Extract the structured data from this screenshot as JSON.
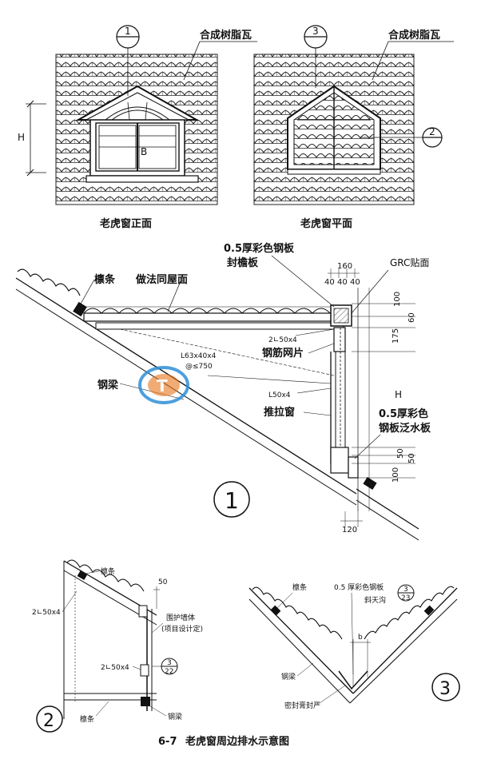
{
  "top_left": {
    "callout_number": "1",
    "material_label": "合成树脂瓦",
    "dim_h": "H",
    "dim_b": "B",
    "caption": "老虎窗正面"
  },
  "top_right": {
    "callout_number": "3",
    "side_callout": "2",
    "material_label": "合成树脂瓦",
    "caption": "老虎窗平面"
  },
  "section1": {
    "number": "1",
    "label_purlin": "檩条",
    "label_same_roof": "做法同屋面",
    "label_steel_sheet_1": "0.5厚彩色钢板",
    "label_steel_sheet_2": "封檐板",
    "label_grc": "GRC贴面",
    "label_angle_2": "2∟50x4",
    "label_mesh": "钢筋网片",
    "label_angle_L63_1": "L63x40x4",
    "label_angle_L63_2": "@≤750",
    "label_beam": "钢梁",
    "label_angle_L50": "L50x4",
    "label_window": "推拉窗",
    "label_flash_1": "0.5厚彩色",
    "label_flash_2": "钢板泛水板",
    "dim_top": "160",
    "dim_40a": "40",
    "dim_40b": "40",
    "dim_40c": "40",
    "dim_100a": "100",
    "dim_60": "60",
    "dim_175": "175",
    "dim_h": "H",
    "dim_50a": "50",
    "dim_50b": "50",
    "dim_100b": "100",
    "dim_120": "120"
  },
  "section2": {
    "number": "2",
    "label_purlin_top": "檩条",
    "label_angle_a": "2∟50x4",
    "label_wall_1": "围护墙体",
    "label_wall_2": "(项目设计定)",
    "label_angle_b": "2∟50x4",
    "dim_50": "50",
    "ref_top": "3",
    "ref_bottom": "22",
    "label_purlin_bottom": "檩条",
    "label_beam": "钢梁"
  },
  "section3": {
    "number": "3",
    "label_purlin": "檩条",
    "label_sheet": "0.5 厚彩色钢板",
    "label_valley": "斜天沟",
    "ref_top": "3",
    "ref_bottom": "23",
    "dim_b": "b",
    "label_beam": "钢梁",
    "label_seal": "密封膏封严"
  },
  "caption": {
    "number": "6-7",
    "title": "老虎窗周边排水示意图"
  }
}
